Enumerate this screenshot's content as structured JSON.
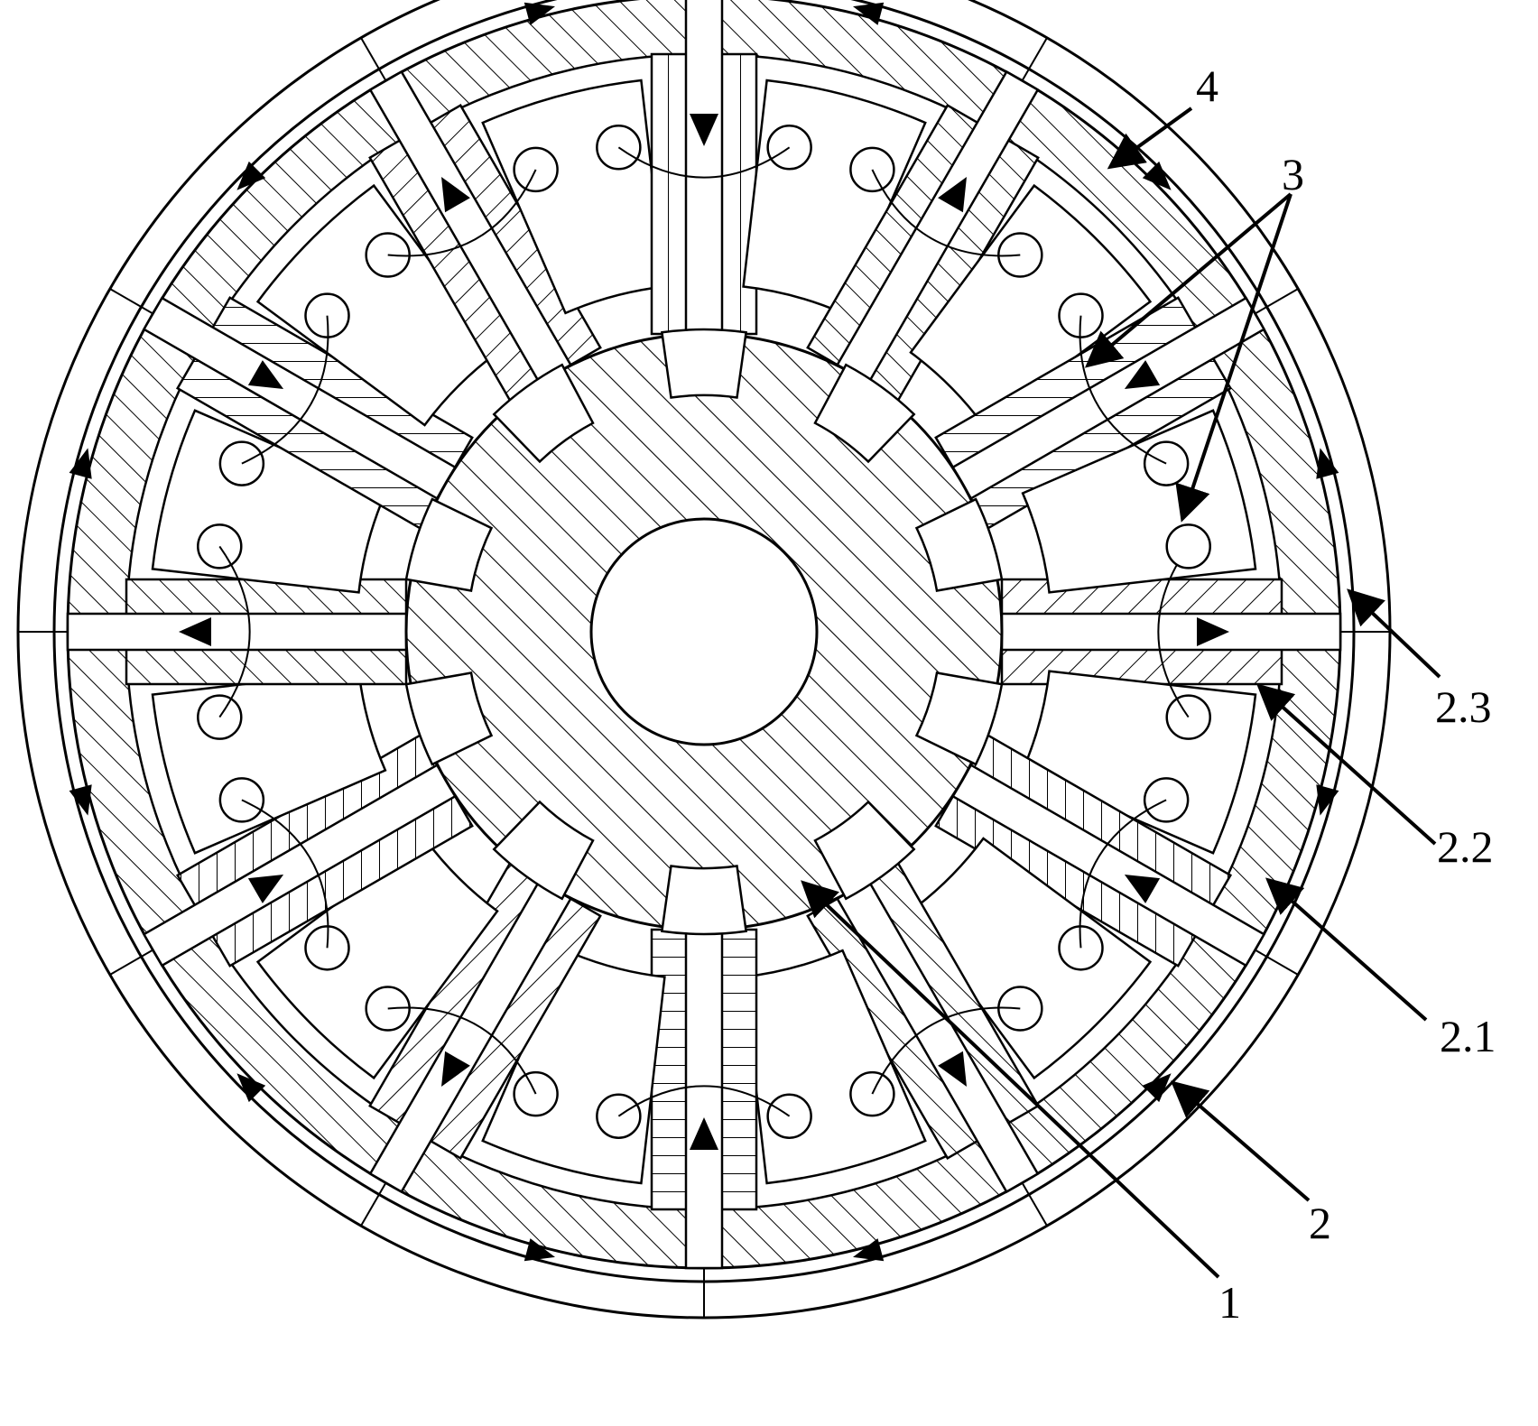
{
  "colors": {
    "line": "#000000",
    "background": "#ffffff"
  },
  "labels": {
    "shell": "4",
    "windings": "3",
    "stator_part_3": "2.3",
    "stator_part_2": "2.2",
    "stator_part_1": "2.1",
    "stator": "2",
    "rotor": "1"
  }
}
